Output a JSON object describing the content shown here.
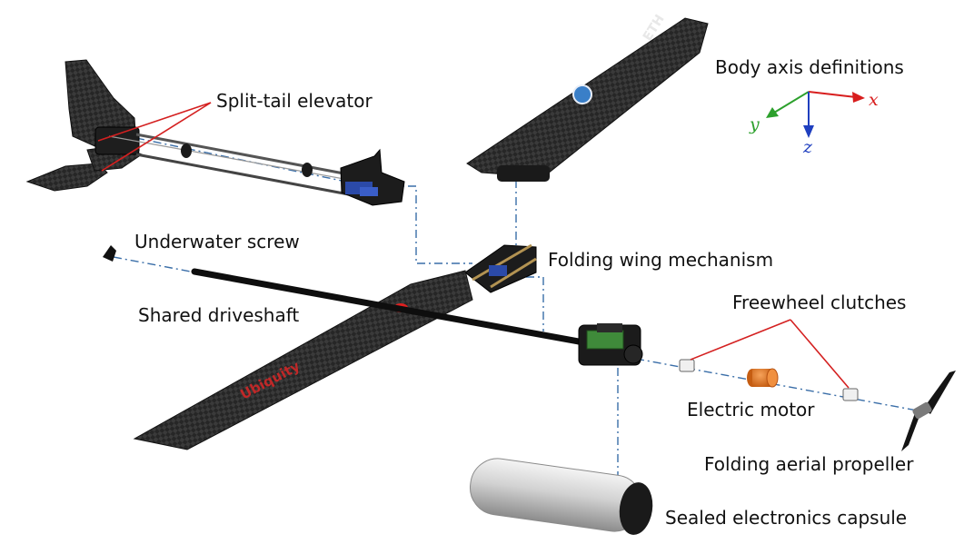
{
  "labels": {
    "split_tail_elevator": "Split-tail elevator",
    "body_axis_definitions": "Body axis definitions",
    "underwater_screw": "Underwater screw",
    "folding_wing_mechanism": "Folding wing mechanism",
    "shared_driveshaft": "Shared driveshaft",
    "freewheel_clutches": "Freewheel clutches",
    "electric_motor": "Electric motor",
    "folding_aerial_propeller": "Folding aerial propeller",
    "sealed_electronics_capsule": "Sealed electronics capsule"
  },
  "axes": {
    "x": "x",
    "y": "y",
    "z": "z",
    "x_color": "#d81e1e",
    "y_color": "#2ca02c",
    "z_color": "#1f3fbf"
  },
  "wing_markings": {
    "logo_text": "ETH",
    "sponsor_text": "Ubiquity"
  },
  "colors": {
    "carbon": "#2a2a2a",
    "carbon_light": "#3c3c3c",
    "guide_line": "#3a6ea8",
    "pointer_line": "#d42020",
    "motor": "#e0741e",
    "capsule": "#c8c8c8"
  }
}
